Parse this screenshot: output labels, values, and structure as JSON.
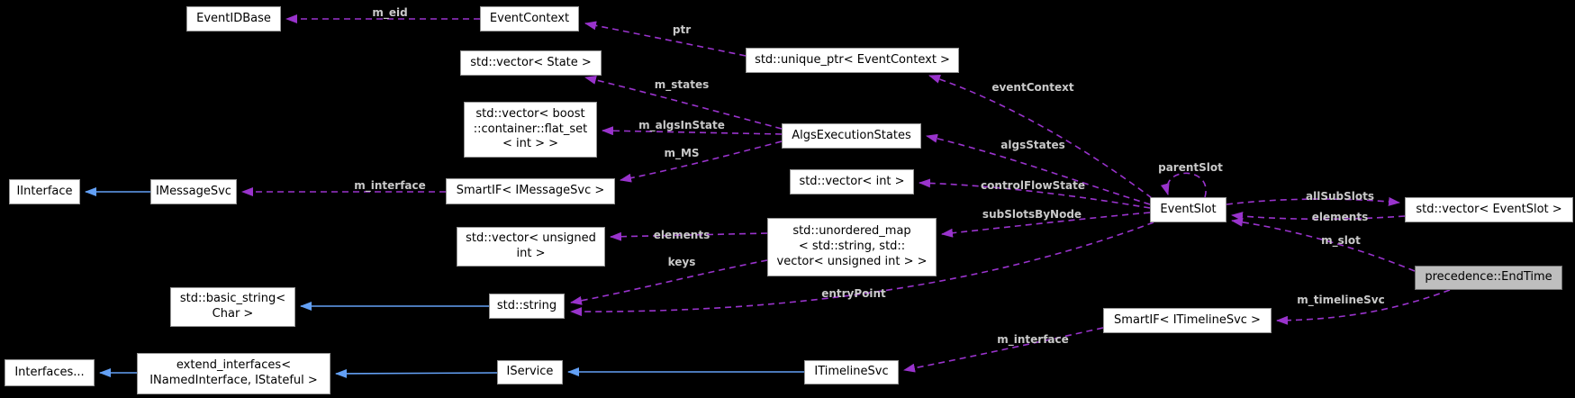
{
  "diagram": {
    "type": "doxygen-collaboration-graph",
    "background_color": "#000000",
    "node_colors": {
      "default": "#ffffff",
      "highlighted": "#bebebe"
    },
    "edge_colors": {
      "usage": "#9933cc",
      "inheritance": "#63a0f5"
    },
    "nodes": [
      {
        "id": "eventidbase",
        "label": "EventIDBase",
        "highlighted": false
      },
      {
        "id": "eventcontext",
        "label": "EventContext",
        "highlighted": false
      },
      {
        "id": "vecstate",
        "label": "std::vector< State >",
        "highlighted": false
      },
      {
        "id": "uniqueptr",
        "label": "std::unique_ptr< EventContext >",
        "highlighted": false
      },
      {
        "id": "flatset",
        "label": "std::vector< boost\n::container::flat_set\n< int > >",
        "highlighted": false
      },
      {
        "id": "algsexec",
        "label": "AlgsExecutionStates",
        "highlighted": false
      },
      {
        "id": "vecint",
        "label": "std::vector< int >",
        "highlighted": false
      },
      {
        "id": "iinterface",
        "label": "IInterface",
        "highlighted": false
      },
      {
        "id": "imessagesvc",
        "label": "IMessageSvc",
        "highlighted": false
      },
      {
        "id": "smartifmsg",
        "label": "SmartIF< IMessageSvc >",
        "highlighted": false
      },
      {
        "id": "vecuint",
        "label": "std::vector< unsigned\nint >",
        "highlighted": false
      },
      {
        "id": "umap",
        "label": "std::unordered_map\n< std::string, std::\nvector< unsigned int > >",
        "highlighted": false
      },
      {
        "id": "basicstring",
        "label": "std::basic_string<\nChar >",
        "highlighted": false
      },
      {
        "id": "stdstring",
        "label": "std::string",
        "highlighted": false
      },
      {
        "id": "eventslot",
        "label": "EventSlot",
        "highlighted": false
      },
      {
        "id": "vecslot",
        "label": "std::vector< EventSlot >",
        "highlighted": false
      },
      {
        "id": "endtime",
        "label": "precedence::EndTime",
        "highlighted": true
      },
      {
        "id": "smartiftl",
        "label": "SmartIF< ITimelineSvc >",
        "highlighted": false
      },
      {
        "id": "itimelinesvc",
        "label": "ITimelineSvc",
        "highlighted": false
      },
      {
        "id": "iservice",
        "label": "IService",
        "highlighted": false
      },
      {
        "id": "extifs",
        "label": "extend_interfaces<\nINamedInterface, IStateful >",
        "highlighted": false
      },
      {
        "id": "interfaces",
        "label": "Interfaces...",
        "highlighted": false
      }
    ],
    "edges": [
      {
        "id": "m_eid",
        "from": "eventcontext",
        "to": "eventidbase",
        "label": "m_eid",
        "kind": "usage"
      },
      {
        "id": "ptr",
        "from": "uniqueptr",
        "to": "eventcontext",
        "label": "ptr",
        "kind": "usage"
      },
      {
        "id": "eventContext",
        "from": "eventslot",
        "to": "uniqueptr",
        "label": "eventContext",
        "kind": "usage"
      },
      {
        "id": "m_states",
        "from": "algsexec",
        "to": "vecstate",
        "label": "m_states",
        "kind": "usage"
      },
      {
        "id": "m_algsInState",
        "from": "algsexec",
        "to": "flatset",
        "label": "m_algsInState",
        "kind": "usage"
      },
      {
        "id": "m_MS",
        "from": "algsexec",
        "to": "smartifmsg",
        "label": "m_MS",
        "kind": "usage"
      },
      {
        "id": "m_interface_msg",
        "from": "smartifmsg",
        "to": "imessagesvc",
        "label": "m_interface",
        "kind": "usage"
      },
      {
        "id": "algsStates",
        "from": "eventslot",
        "to": "algsexec",
        "label": "algsStates",
        "kind": "usage"
      },
      {
        "id": "controlFlowState",
        "from": "eventslot",
        "to": "vecint",
        "label": "controlFlowState",
        "kind": "usage"
      },
      {
        "id": "subSlotsByNode",
        "from": "eventslot",
        "to": "umap",
        "label": "subSlotsByNode",
        "kind": "usage"
      },
      {
        "id": "entryPoint",
        "from": "eventslot",
        "to": "stdstring",
        "label": "entryPoint",
        "kind": "usage"
      },
      {
        "id": "elements_map",
        "from": "umap",
        "to": "vecuint",
        "label": "elements",
        "kind": "usage"
      },
      {
        "id": "keys",
        "from": "umap",
        "to": "stdstring",
        "label": "keys",
        "kind": "usage"
      },
      {
        "id": "parentSlot",
        "from": "eventslot",
        "to": "eventslot",
        "label": "parentSlot",
        "kind": "usage"
      },
      {
        "id": "allSubSlots",
        "from": "eventslot",
        "to": "vecslot",
        "label": "allSubSlots",
        "kind": "usage"
      },
      {
        "id": "elements_vec",
        "from": "vecslot",
        "to": "eventslot",
        "label": "elements",
        "kind": "usage"
      },
      {
        "id": "m_slot",
        "from": "endtime",
        "to": "eventslot",
        "label": "m_slot",
        "kind": "usage"
      },
      {
        "id": "m_timelineSvc",
        "from": "endtime",
        "to": "smartiftl",
        "label": "m_timelineSvc",
        "kind": "usage"
      },
      {
        "id": "m_interface_tl",
        "from": "smartiftl",
        "to": "itimelinesvc",
        "label": "m_interface",
        "kind": "usage"
      },
      {
        "id": "inh_msg",
        "from": "imessagesvc",
        "to": "iinterface",
        "label": "",
        "kind": "inheritance"
      },
      {
        "id": "inh_string",
        "from": "stdstring",
        "to": "basicstring",
        "label": "",
        "kind": "inheritance"
      },
      {
        "id": "inh_timeline",
        "from": "itimelinesvc",
        "to": "iservice",
        "label": "",
        "kind": "inheritance"
      },
      {
        "id": "inh_iservice",
        "from": "iservice",
        "to": "extifs",
        "label": "",
        "kind": "inheritance"
      },
      {
        "id": "inh_extifs",
        "from": "extifs",
        "to": "interfaces",
        "label": "",
        "kind": "inheritance"
      }
    ]
  }
}
